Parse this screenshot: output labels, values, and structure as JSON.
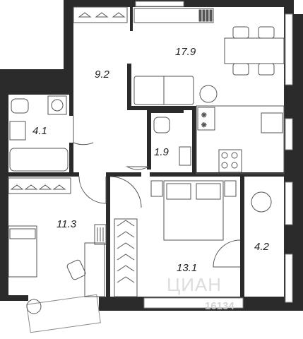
{
  "rooms": {
    "living_kitchen": {
      "area": "17.9"
    },
    "hall": {
      "area": "9.2"
    },
    "bathroom": {
      "area": "4.1"
    },
    "wc": {
      "area": "1.9"
    },
    "bedroom_left": {
      "area": "11.3"
    },
    "bedroom_main": {
      "area": "13.1"
    },
    "storage": {
      "area": "4.2"
    }
  },
  "watermark": {
    "text": "ЦИАН",
    "number": "16134"
  },
  "colors": {
    "wall": "#2b2b2b",
    "furniture": "#555555",
    "window": "#8a8a8a",
    "background": "#ffffff"
  }
}
